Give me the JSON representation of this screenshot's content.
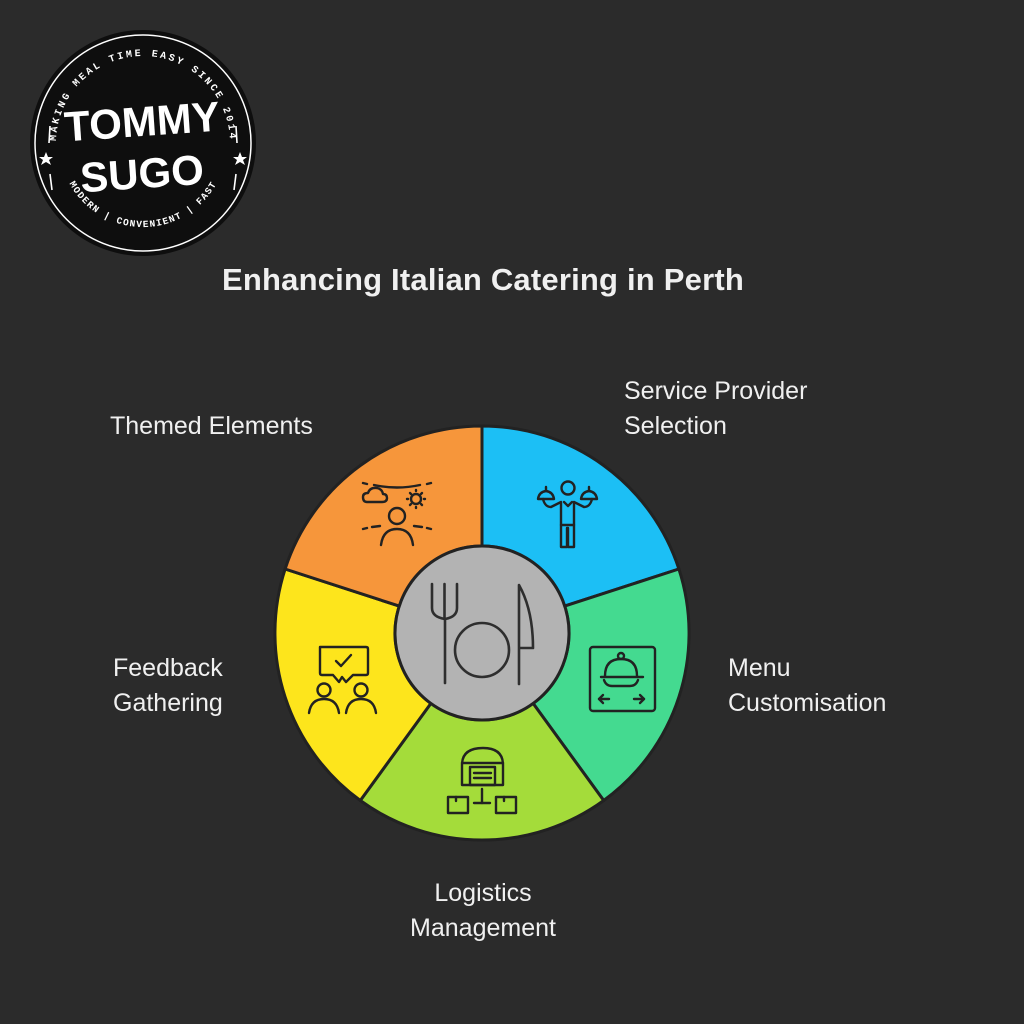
{
  "logo": {
    "line1": "TOMMY",
    "line2": "SUGO",
    "arc_top": "MAKING MEAL TIME EASY SINCE 2014",
    "arc_bottom": "MODERN | CONVENIENT | FAST",
    "icon": "star-icon"
  },
  "title": "Enhancing Italian Catering in Perth",
  "center": {
    "icon": "fork-plate-knife-icon",
    "color": "#b3b3b3"
  },
  "segments": [
    {
      "id": "service-provider-selection",
      "label_line1": "Service Provider",
      "label_line2": "Selection",
      "color": "#1cbff5",
      "icon": "waiter-serving-trays-icon"
    },
    {
      "id": "menu-customisation",
      "label_line1": "Menu",
      "label_line2": "Customisation",
      "color": "#44da90",
      "icon": "cloche-platter-arrows-icon"
    },
    {
      "id": "logistics-management",
      "label_line1": "Logistics",
      "label_line2": "Management",
      "color": "#a4dc3a",
      "icon": "warehouse-network-icon"
    },
    {
      "id": "feedback-gathering",
      "label_line1": "Feedback",
      "label_line2": "Gathering",
      "color": "#fde51c",
      "icon": "feedback-chat-people-icon"
    },
    {
      "id": "themed-elements",
      "label_line1": "Themed Elements",
      "label_line2": "",
      "color": "#f6963b",
      "icon": "person-weather-theme-icon"
    }
  ],
  "colors": {
    "background": "#2b2b2b",
    "stroke": "#222222",
    "text": "#f0f0f0"
  }
}
